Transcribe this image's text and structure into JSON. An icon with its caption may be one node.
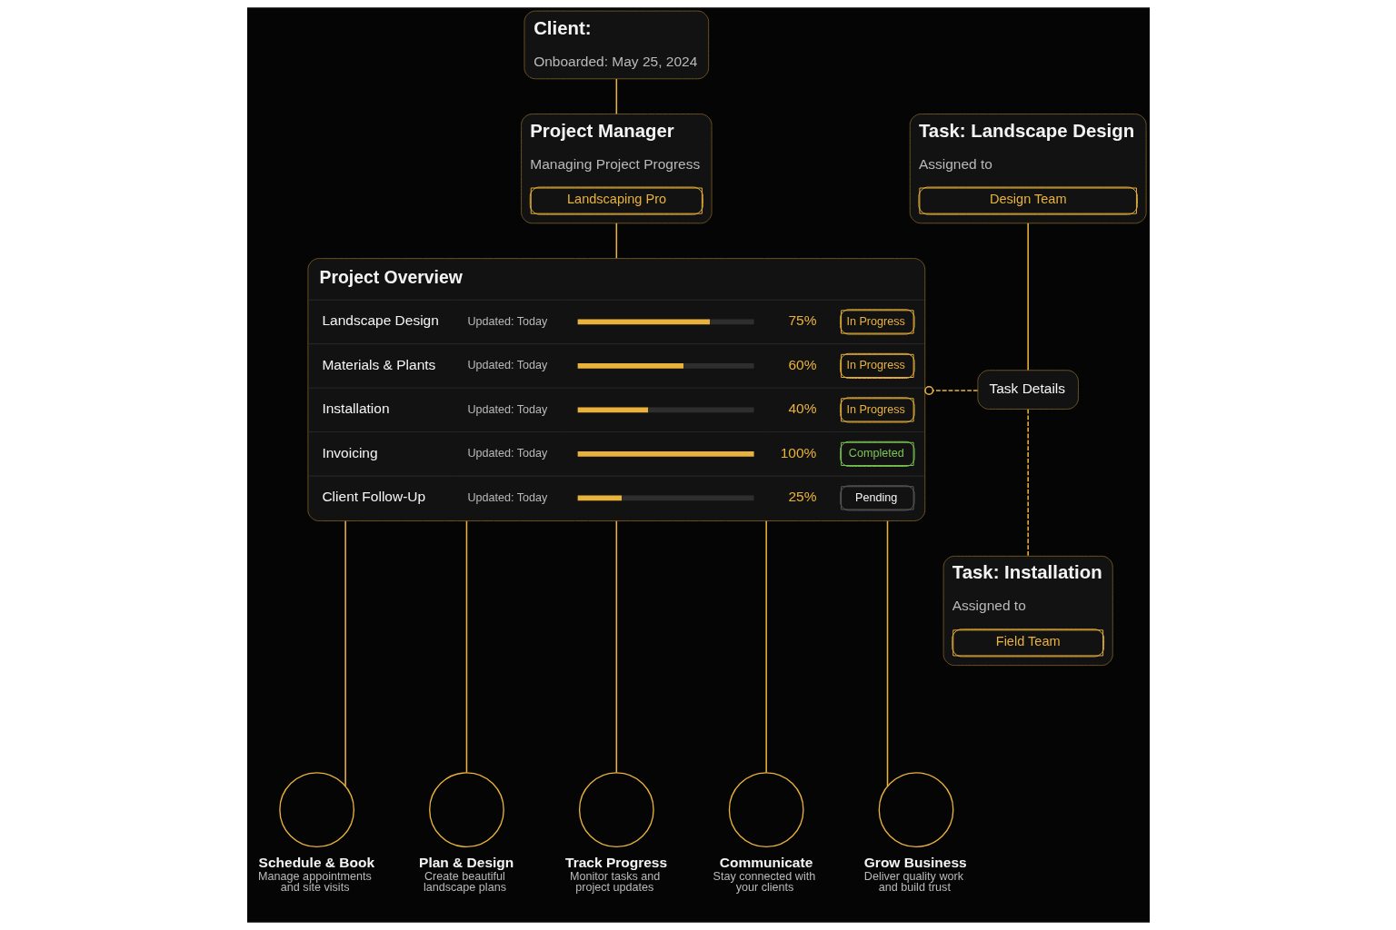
{
  "diagram": {
    "nodes": [
      {
        "text": [
          "Client:",
          "Onboarded: May 25, 2024"
        ]
      },
      {
        "text": [
          "Project Manager",
          "Managing Project Progress",
          "Landscaping Pro"
        ]
      },
      {
        "text": [
          "Task: Landscape Design",
          "Assigned to",
          "Design Team"
        ]
      },
      {
        "text": [
          "Project Overview",
          "Landscape Design",
          "Updated: Today",
          "75%",
          "In Progress",
          "Materials & Plants",
          "Updated: Today",
          "60%",
          "In Progress",
          "Installation",
          "Updated: Today",
          "40%",
          "In Progress",
          "Invoicing",
          "Updated: Today",
          "100%",
          "Completed",
          "Client Follow-Up",
          "Updated: Today",
          "25%",
          "Pending"
        ]
      },
      {
        "text": [
          "Task Details"
        ]
      },
      {
        "text": [
          "Task: Installation",
          "Assigned to",
          "Field Team"
        ]
      },
      {
        "text": [
          "Schedule & Book",
          "Manage appointments and site visits"
        ]
      },
      {
        "text": [
          "Plan & Design",
          "Create beautiful landscape plans"
        ]
      },
      {
        "text": [
          "Track Progress",
          "Monitor tasks and project updates"
        ]
      },
      {
        "text": [
          "Communicate",
          "Stay connected with your clients"
        ]
      },
      {
        "text": [
          "Grow Business",
          "Deliver quality work and build trust"
        ]
      }
    ],
    "edges": [
      {
        "from": 0,
        "to": 1,
        "arrow": "none"
      },
      {
        "from": 1,
        "to": 3,
        "arrow": "none"
      },
      {
        "from": 2,
        "to": 4,
        "arrow": "none"
      },
      {
        "from": 4,
        "to": 3,
        "arrow": "other",
        "style": "dashed"
      },
      {
        "from": 4,
        "to": 5,
        "arrow": "none",
        "style": "dashed"
      },
      {
        "from": 3,
        "to": 6,
        "arrow": "none"
      },
      {
        "from": 3,
        "to": 7,
        "arrow": "none"
      },
      {
        "from": 3,
        "to": 8,
        "arrow": "none"
      },
      {
        "from": 3,
        "to": 9,
        "arrow": "none"
      },
      {
        "from": 3,
        "to": 10,
        "arrow": "none"
      }
    ]
  }
}
